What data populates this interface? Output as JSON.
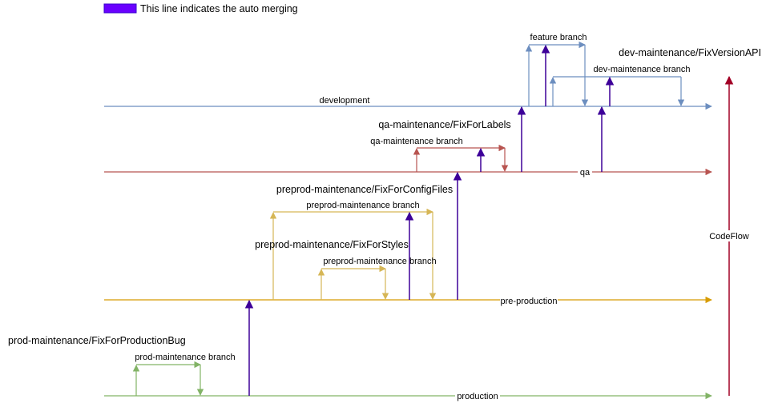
{
  "legend": {
    "text": "This line indicates the auto merging",
    "color": "#6A00FF"
  },
  "colors": {
    "development": "#6C8EBF",
    "qa": "#B85450",
    "preproduction": "#D6B656",
    "preproduction_line": "#D79B00",
    "production": "#82B366",
    "merge": "#3D0099",
    "codeflow": "#A20025"
  },
  "lines": {
    "development": "development",
    "qa": "qa",
    "preproduction": "pre-production",
    "production": "production"
  },
  "branches": {
    "feature": "feature branch",
    "dev_maintenance": "dev-maintenance branch",
    "dev_fix": "dev-maintenance/FixVersionAPI",
    "qa_fix": "qa-maintenance/FixForLabels",
    "qa_maintenance": "qa-maintenance branch",
    "preprod_fix_config": "preprod-maintenance/FixForConfigFiles",
    "preprod_maintenance_1": "preprod-maintenance branch",
    "preprod_fix_styles": "preprod-maintenance/FixForStyles",
    "preprod_maintenance_2": "preprod-maintenance branch",
    "prod_fix": "prod-maintenance/FixForProductionBug",
    "prod_maintenance": "prod-maintenance branch"
  },
  "codeflow": "CodeFlow"
}
